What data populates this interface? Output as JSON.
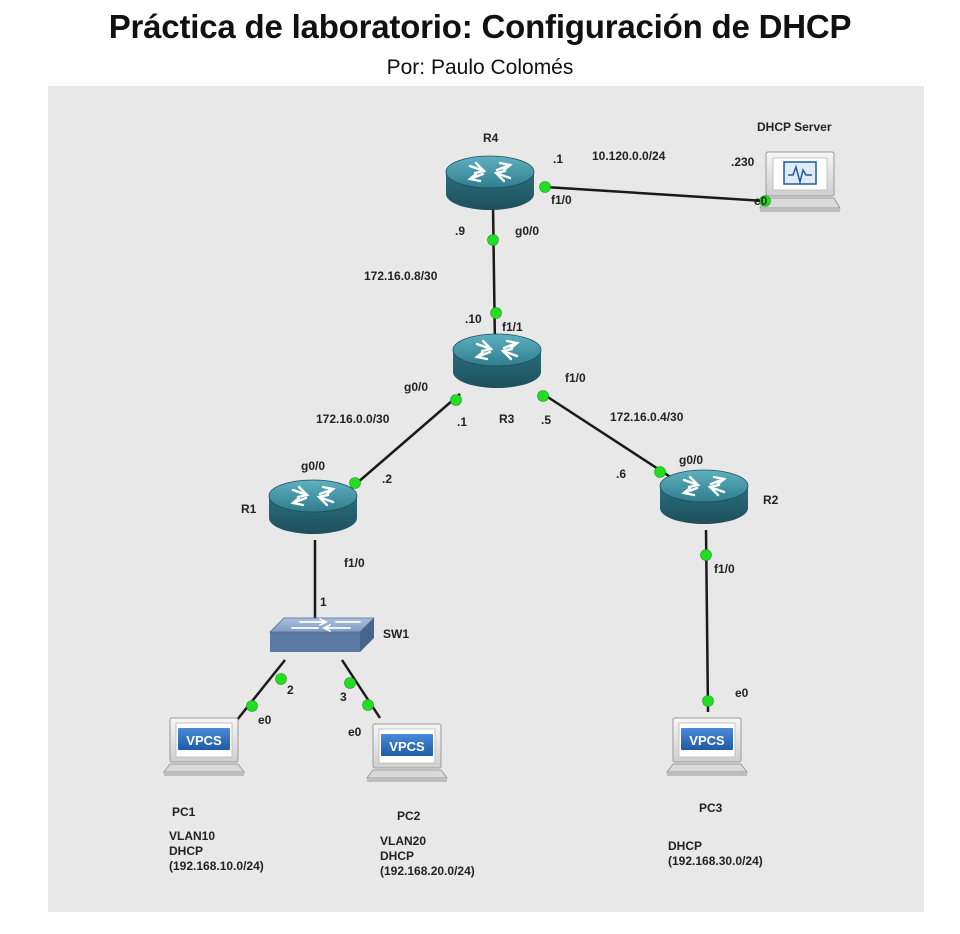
{
  "title": "Práctica de laboratorio: Configuración de DHCP",
  "subtitle": "Por: Paulo Colomés",
  "devices": {
    "r4": "R4",
    "r3": "R3",
    "r1": "R1",
    "r2": "R2",
    "sw1": "SW1",
    "dhcp_server": "DHCP Server",
    "pc1": "PC1",
    "pc2": "PC2",
    "pc3": "PC3",
    "vpcs": "VPCS"
  },
  "interfaces": {
    "r4_f10": "f1/0",
    "r4_g00": "g0/0",
    "r3_f11": "f1/1",
    "r3_g00": "g0/0",
    "r3_f10": "f1/0",
    "r1_g00": "g0/0",
    "r1_f10": "f1/0",
    "r2_g00": "g0/0",
    "r2_f10": "f1/0",
    "server_e0": "e0",
    "pc1_e0": "e0",
    "pc2_e0": "e0",
    "pc3_e0": "e0",
    "sw1_p1": "1",
    "sw1_p2": "2",
    "sw1_p3": "3"
  },
  "addresses": {
    "r4_dot1": ".1",
    "server_dot230": ".230",
    "r4_dot9": ".9",
    "r3_dot10": ".10",
    "r3_dot1": ".1",
    "r3_dot5": ".5",
    "r1_dot2": ".2",
    "r2_dot6": ".6"
  },
  "networks": {
    "net_10_120": "10.120.0.0/24",
    "net_172_8": "172.16.0.8/30",
    "net_172_0": "172.16.0.0/30",
    "net_172_4": "172.16.0.4/30"
  },
  "pc_notes": {
    "pc1_vlan": "VLAN10",
    "pc1_mode": "DHCP",
    "pc1_net": "(192.168.10.0/24)",
    "pc2_vlan": "VLAN20",
    "pc2_mode": "DHCP",
    "pc2_net": "(192.168.20.0/24)",
    "pc3_mode": "DHCP",
    "pc3_net": "(192.168.30.0/24)"
  },
  "colors": {
    "canvas_bg": "#e8e8e8",
    "link": "#1a1a1a",
    "port_dot": "#22dd22",
    "router_fill": "#2f7d8e",
    "switch_fill": "#7f9cc4",
    "vpcs_badge": "#2f6fb8"
  }
}
